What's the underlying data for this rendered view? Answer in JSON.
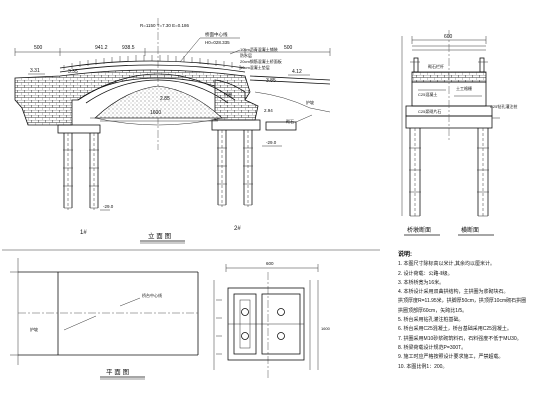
{
  "views": {
    "elevation": {
      "title": "立  面  图",
      "axis_left": "1#",
      "axis_right": "2#",
      "dims": {
        "top_left": "500",
        "mid_a": "941.2",
        "mid_b": "938.5",
        "top_right": "500",
        "under_arch": "1600",
        "rise": "2.85"
      },
      "deck_params": "R=1150   T=7.30   E=0.186",
      "levels": {
        "l1": "3.31",
        "l2": "3.35",
        "l3": "4.12",
        "l4": "3.85",
        "right_lv": "2.94"
      },
      "pile_tip": "-29.0",
      "pile_tip_r": "-29.0",
      "labels": {
        "l1": "桥面中心线",
        "l2": "H0=028.335",
        "l3": "10cm沥青混凝土铺装",
        "l4": "防水层",
        "l5": "20cm钢筋混凝土桥面板",
        "l6": "10cm混凝土垫层",
        "l7": "拱圈",
        "l8": "砌石",
        "l9": "护坡"
      }
    },
    "section_a": {
      "title": "桥墩断面",
      "width": "600",
      "label_1": "砌石栏杆",
      "label_2": "C25混凝土",
      "label_3": "C25钻孔灌注桩",
      "label_4": "土工格栅",
      "label_5": "C25浆砌片石"
    },
    "section_b": {
      "title": "横断面"
    },
    "plan": {
      "title": "平  面  图",
      "label_1": "护坡",
      "label_2": "桥台中心线"
    },
    "mid": {
      "width_label": "600",
      "height_label": "1600"
    }
  },
  "notes": {
    "title": "说明:",
    "items": [
      "1. 本图尺寸除标高以米计,其余均以厘米计。",
      "2. 设计荷载：公路-Ⅱ级。",
      "3. 本桥桥宽为16米。",
      "4. 本桥设计采用双曲拱结构，主拱圈为浆砌块石。",
      "   拱顶厚度R=11.95米，拱脚厚50cm，拱顶厚10cm砌石拱圈",
      "   拱圈顶部厚60cm，矢跨比1/5。",
      "5. 桥台采用钻孔灌注桩基础。",
      "6. 桥台采用C25混凝土，桥台基础采用C25混凝土。",
      "7. 拱圈采用M10砂浆砌筑料石，石料强度不低于MU30。",
      "8. 桥梁荷载设计规范P=300T。",
      "9. 施工时应严格按照设计要求施工，严禁超载。",
      "10. 本图比例1：200。"
    ]
  }
}
